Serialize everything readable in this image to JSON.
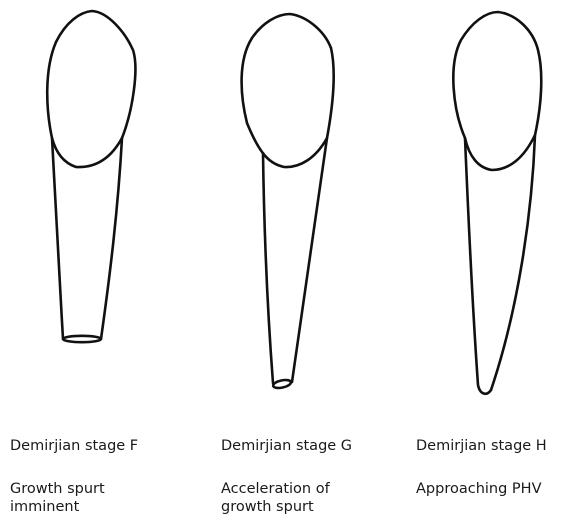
{
  "stages": [
    {
      "title": "Demirjian stage F",
      "description": "Growth spurt imminent"
    },
    {
      "title": "Demirjian stage G",
      "description": "Acceleration of growth spurt"
    },
    {
      "title": "Demirjian stage H",
      "description": "Approaching PHV"
    }
  ],
  "colors": {
    "outline": "#111111",
    "text": "#1a1a1a",
    "background": "#ffffff"
  }
}
